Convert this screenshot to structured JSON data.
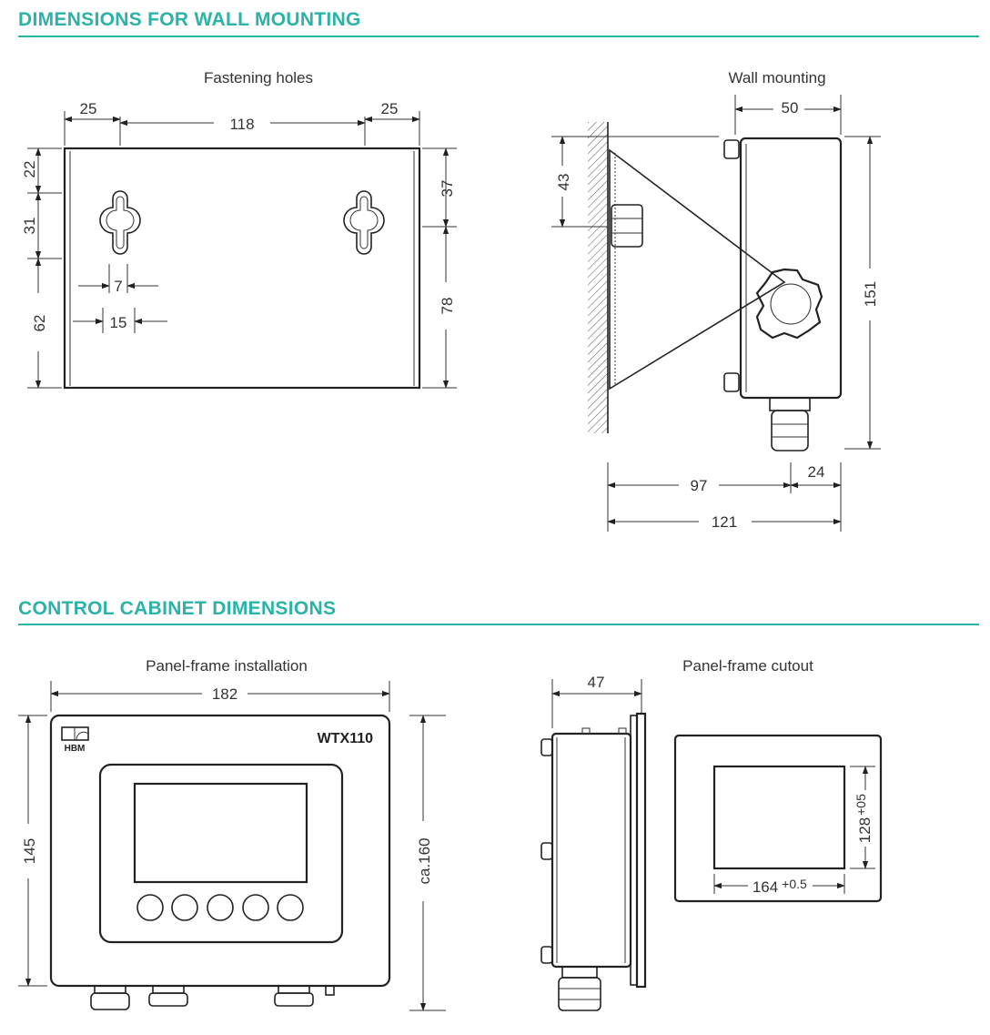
{
  "sections": {
    "wall": {
      "title": "DIMENSIONS FOR WALL MOUNTING"
    },
    "cabinet": {
      "title": "CONTROL CABINET DIMENSIONS"
    }
  },
  "views": {
    "fastening": {
      "caption": "Fastening holes",
      "dims": {
        "left": "25",
        "middle": "118",
        "right": "25",
        "top_left": "22",
        "mid_left": "31",
        "low_left": "62",
        "top_right": "37",
        "low_right": "78",
        "slot_w": "7",
        "slot_d": "15"
      }
    },
    "wall_mount": {
      "caption": "Wall mounting",
      "dims": {
        "depth": "50",
        "offset": "43",
        "height": "151",
        "reach": "97",
        "gland": "24",
        "total": "121"
      }
    },
    "panel_install": {
      "caption": "Panel-frame installation",
      "brand": "HBM",
      "model": "WTX110",
      "dims": {
        "width": "182",
        "height": "145",
        "overall": "ca.160"
      }
    },
    "panel_cutout": {
      "caption": "Panel-frame cutout",
      "dims": {
        "depth": "47",
        "cut_w": "164",
        "cut_w_tol": "+0.5",
        "cut_h": "128",
        "cut_h_tol": "+05"
      }
    }
  },
  "colors": {
    "accent": "#2bb3a8",
    "line": "#222222"
  }
}
